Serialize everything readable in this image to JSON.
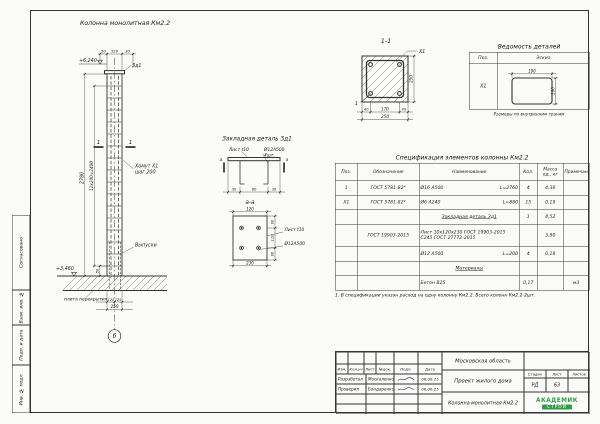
{
  "colors": {
    "logo-green": "#2f9e44"
  },
  "sidebar": {
    "items": [
      "Согласовано",
      "Взам. инв. №",
      "Подп. и дата",
      "Инв. № подл."
    ]
  },
  "elevation": {
    "title": "Колонна монолитная Км2.2",
    "level_top": "+6,240",
    "level_bottom": "+3,460",
    "dim_top_a": "50",
    "dim_top_b": "320",
    "dim_top_c": "30",
    "dim_height": "2780",
    "dim_stirrups": "12х200=2400",
    "dim_gap": "50",
    "label_embed": "Зд1",
    "label_stirrup1": "Хомут Х1",
    "label_stirrup2": "шаг 200",
    "label_outlets": "Выпуски",
    "label_slab": "плита перекрытия",
    "dim_half_a": "125",
    "dim_half_b": "125",
    "dim_width": "250",
    "axis": "б",
    "cut": "1"
  },
  "zd1": {
    "title": "Закладная деталь Зд1",
    "plate": "Лист t10",
    "anchors": "Ø12А500",
    "qty": "4шт.",
    "cut": "а",
    "dim_a": "30",
    "dim_b": "60",
    "dim_c": "30"
  },
  "aa": {
    "title": "а-а",
    "dim_w": "120",
    "dim_l": "230",
    "seg_a": "60",
    "seg_b": "110",
    "seg_c": "60",
    "plate": "Лист t10",
    "anchors": "Ø12А500"
  },
  "s11": {
    "title": "1-1",
    "stirrup_callout": "Х1",
    "bar_callout": "1",
    "dim_a": "40",
    "dim_b": "170",
    "dim_c": "40",
    "dim_total": "250"
  },
  "vedomost": {
    "title": "Ведомость деталей",
    "col_pos": "Поз.",
    "col_sketch": "Эскиз",
    "pos": "Х1",
    "dim_w": "190",
    "dim_h": "190",
    "note": "Размеры по внутренним граням"
  },
  "spec": {
    "title": "Спецификация элементов колонны Км2.2",
    "headers": [
      "Поз.",
      "Обозначение",
      "Наименование",
      "Кол.",
      "Масса ед., кг",
      "Примечание"
    ],
    "rows": [
      {
        "pos": "1",
        "doc": "ГОСТ 5781-82*",
        "name": "Ø16 А500",
        "len": "L=2760",
        "qty": "4",
        "mass": "4,36",
        "note": ""
      },
      {
        "pos": "Х1",
        "doc": "ГОСТ 5781-82*",
        "name": "Ø6 А240",
        "len": "L=880",
        "qty": "15",
        "mass": "0,19",
        "note": ""
      },
      {
        "pos": "",
        "doc": "",
        "name": "Закладная деталь Зд1",
        "len": "",
        "qty": "1",
        "mass": "4,52",
        "note": ""
      },
      {
        "pos": "",
        "doc": "ГОСТ 19903-2015",
        "name": "Лист 10х120х230 ГОСТ 19903-2015 С245 ГОСТ 27772-2015",
        "len": "",
        "qty": "",
        "mass": "3,80",
        "note": ""
      },
      {
        "pos": "",
        "doc": "",
        "name": "Ø12 А500",
        "len": "L=200",
        "qty": "4",
        "mass": "0,18",
        "note": ""
      },
      {
        "pos": "",
        "doc": "",
        "name": "Материалы",
        "len": "",
        "qty": "",
        "mass": "",
        "note": ""
      },
      {
        "pos": "",
        "doc": "",
        "name": "Бетон В25",
        "len": "",
        "qty": "0,17",
        "mass": "",
        "note": "м3"
      }
    ],
    "footnote": "1. В спецификации указан расход на одну колонну Км2.2. Всего колонн Км2.2-2шт."
  },
  "titleblock": {
    "region": "Московская область",
    "project": "Проект жилого дома",
    "doc_title": "Колонна монолитная Км2.2",
    "rev_headers": [
      "Изм.",
      "Кол.уч",
      "Лист",
      "№док.",
      "Подп.",
      "Дата"
    ],
    "sigs": [
      {
        "role": "Разработал",
        "name": "Москаленко",
        "date": "06.06.25"
      },
      {
        "role": "Проверил",
        "name": "Бондаренко",
        "date": "06.06.25"
      }
    ],
    "stage_label": "Стадия",
    "sheet_label": "Лист",
    "sheets_label": "Листов",
    "stage": "РД",
    "sheet_no": "63",
    "sheets_total": "",
    "logo1": "АКАДЕМИК",
    "logo2": "СТРОЙ"
  }
}
